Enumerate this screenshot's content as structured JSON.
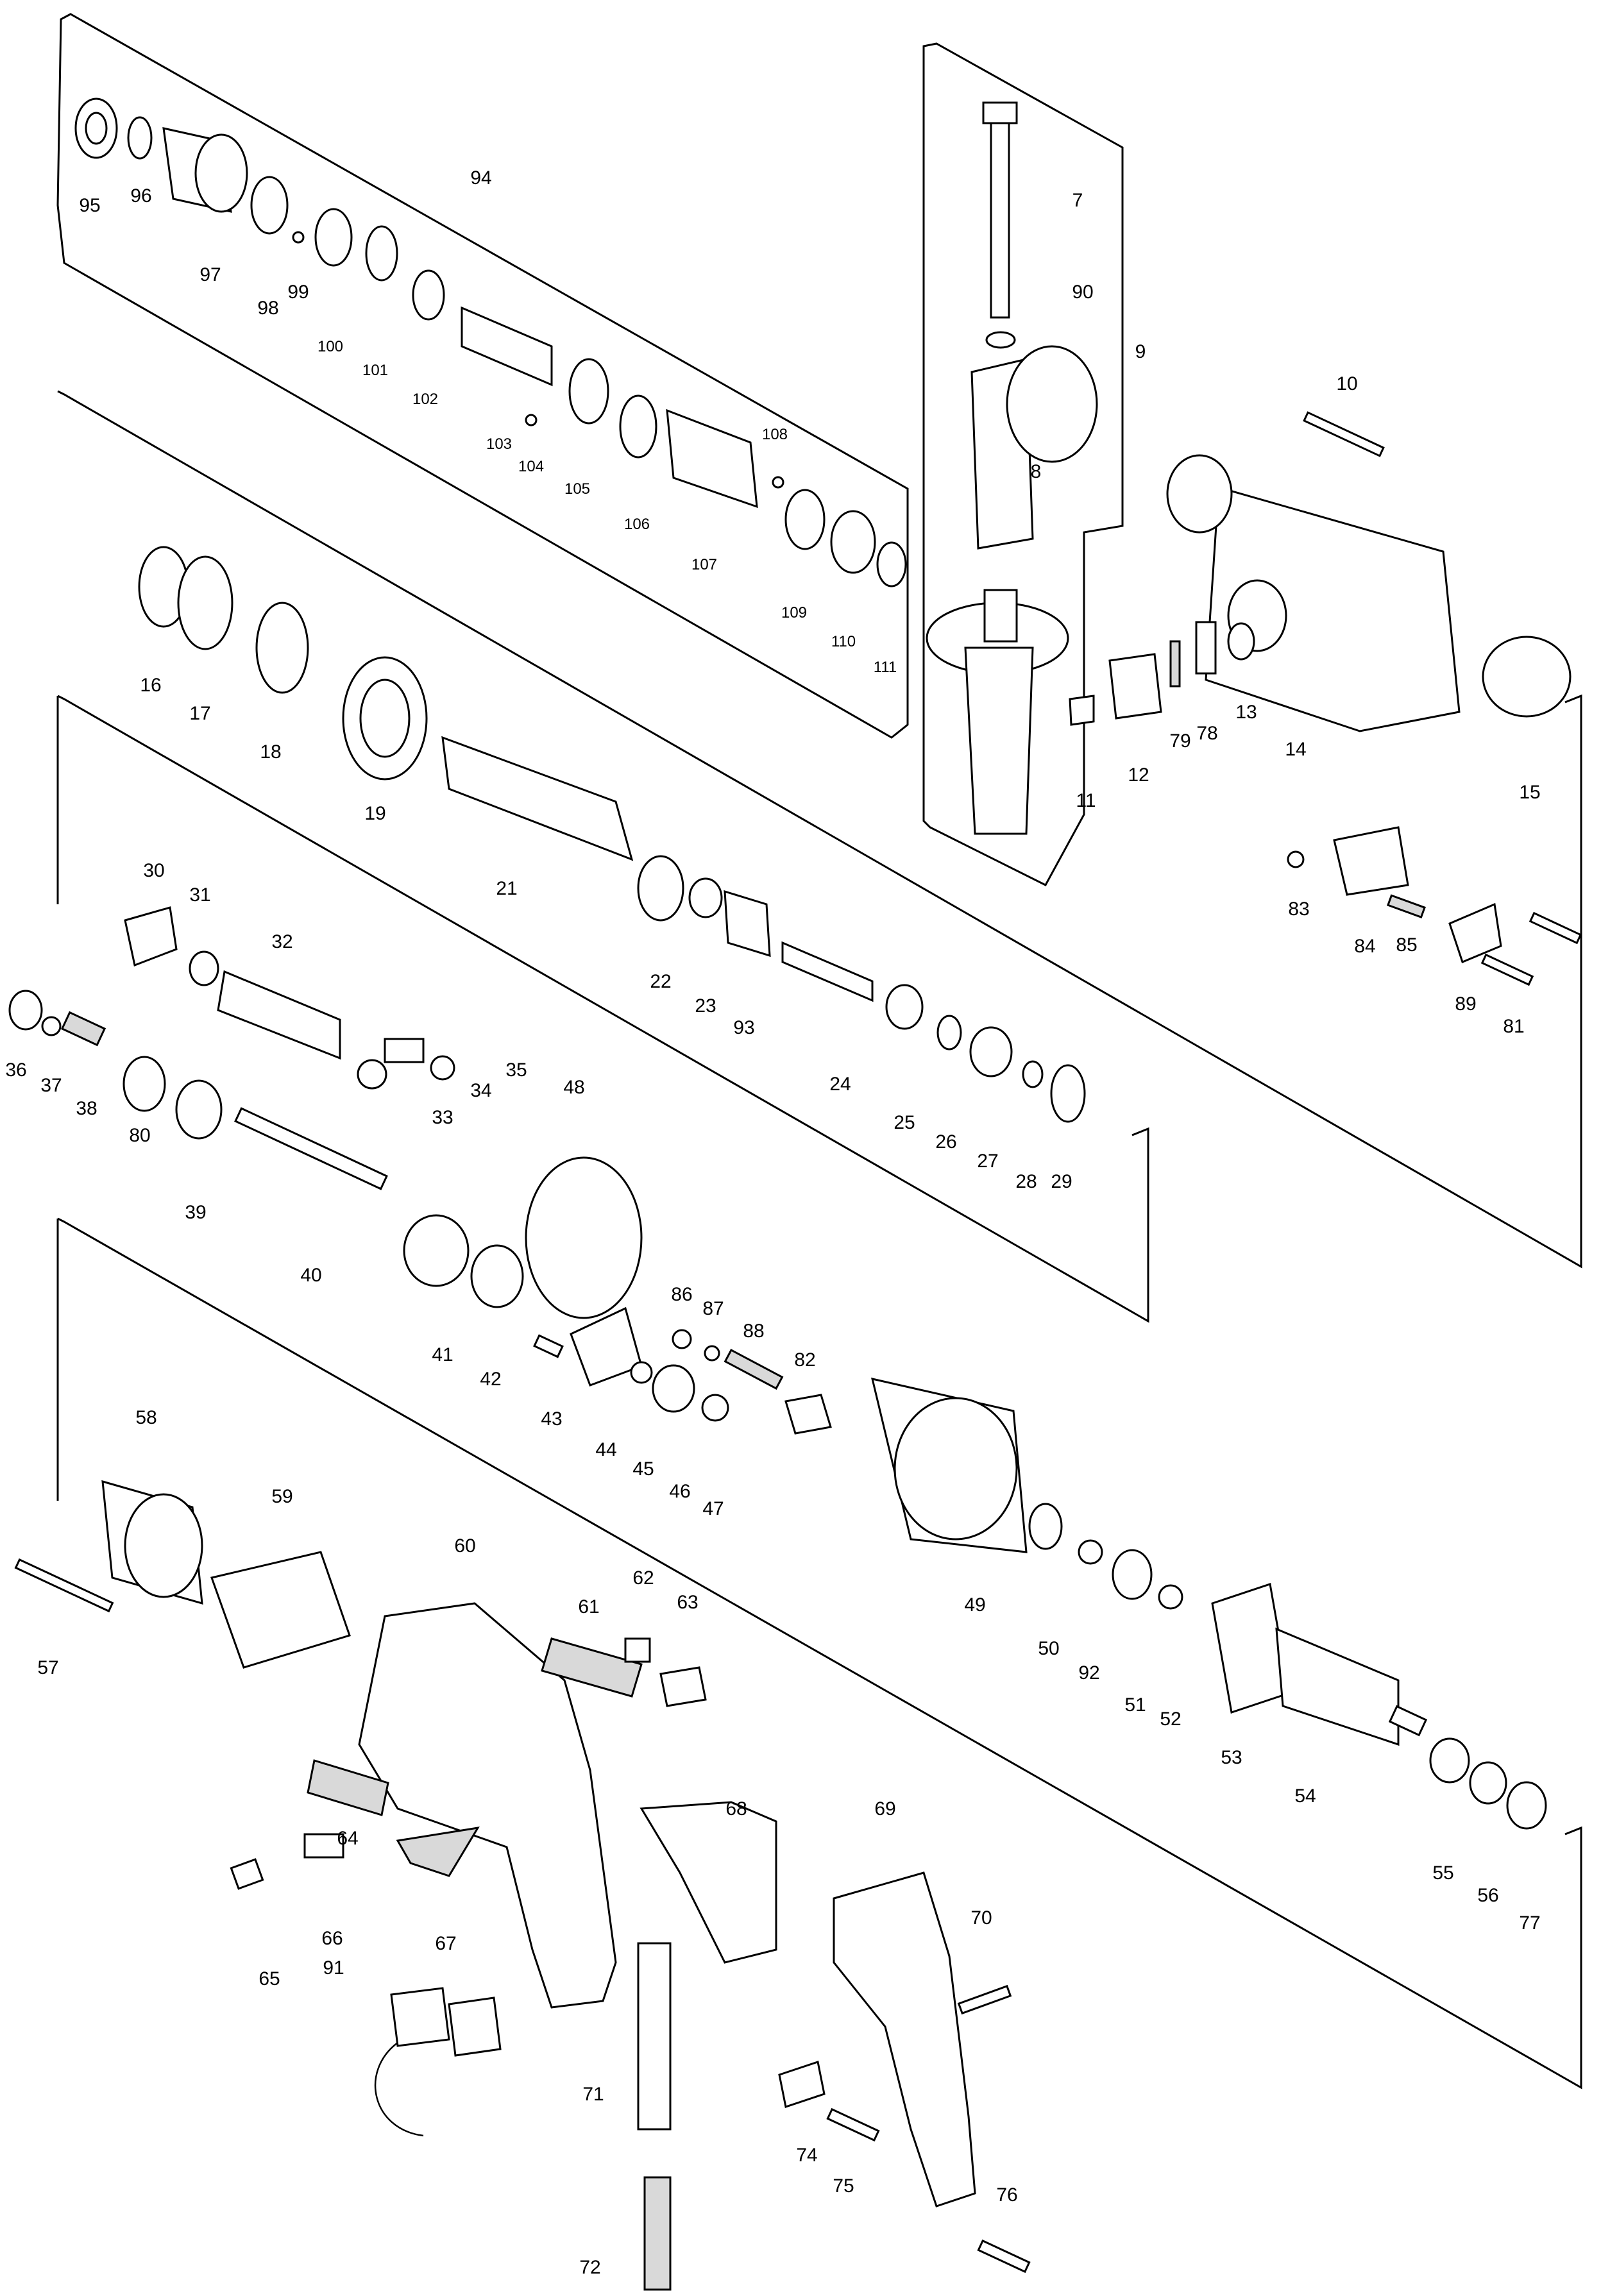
{
  "diagram": {
    "callouts": [
      "7",
      "8",
      "9",
      "10",
      "11",
      "12",
      "13",
      "14",
      "15",
      "16",
      "17",
      "18",
      "19",
      "21",
      "22",
      "23",
      "24",
      "25",
      "26",
      "27",
      "28",
      "29",
      "30",
      "31",
      "32",
      "33",
      "34",
      "35",
      "36",
      "37",
      "38",
      "39",
      "40",
      "41",
      "42",
      "43",
      "44",
      "45",
      "46",
      "47",
      "48",
      "49",
      "50",
      "51",
      "52",
      "53",
      "54",
      "55",
      "56",
      "57",
      "58",
      "59",
      "60",
      "61",
      "62",
      "63",
      "64",
      "65",
      "66",
      "67",
      "68",
      "69",
      "70",
      "71",
      "72",
      "74",
      "75",
      "76",
      "77",
      "78",
      "79",
      "80",
      "81",
      "82",
      "83",
      "84",
      "85",
      "86",
      "87",
      "88",
      "89",
      "90",
      "91",
      "92",
      "93",
      "94",
      "95",
      "96",
      "97",
      "98",
      "99",
      "100",
      "101",
      "102",
      "103",
      "104",
      "105",
      "106",
      "107",
      "108",
      "109",
      "110",
      "111"
    ]
  }
}
